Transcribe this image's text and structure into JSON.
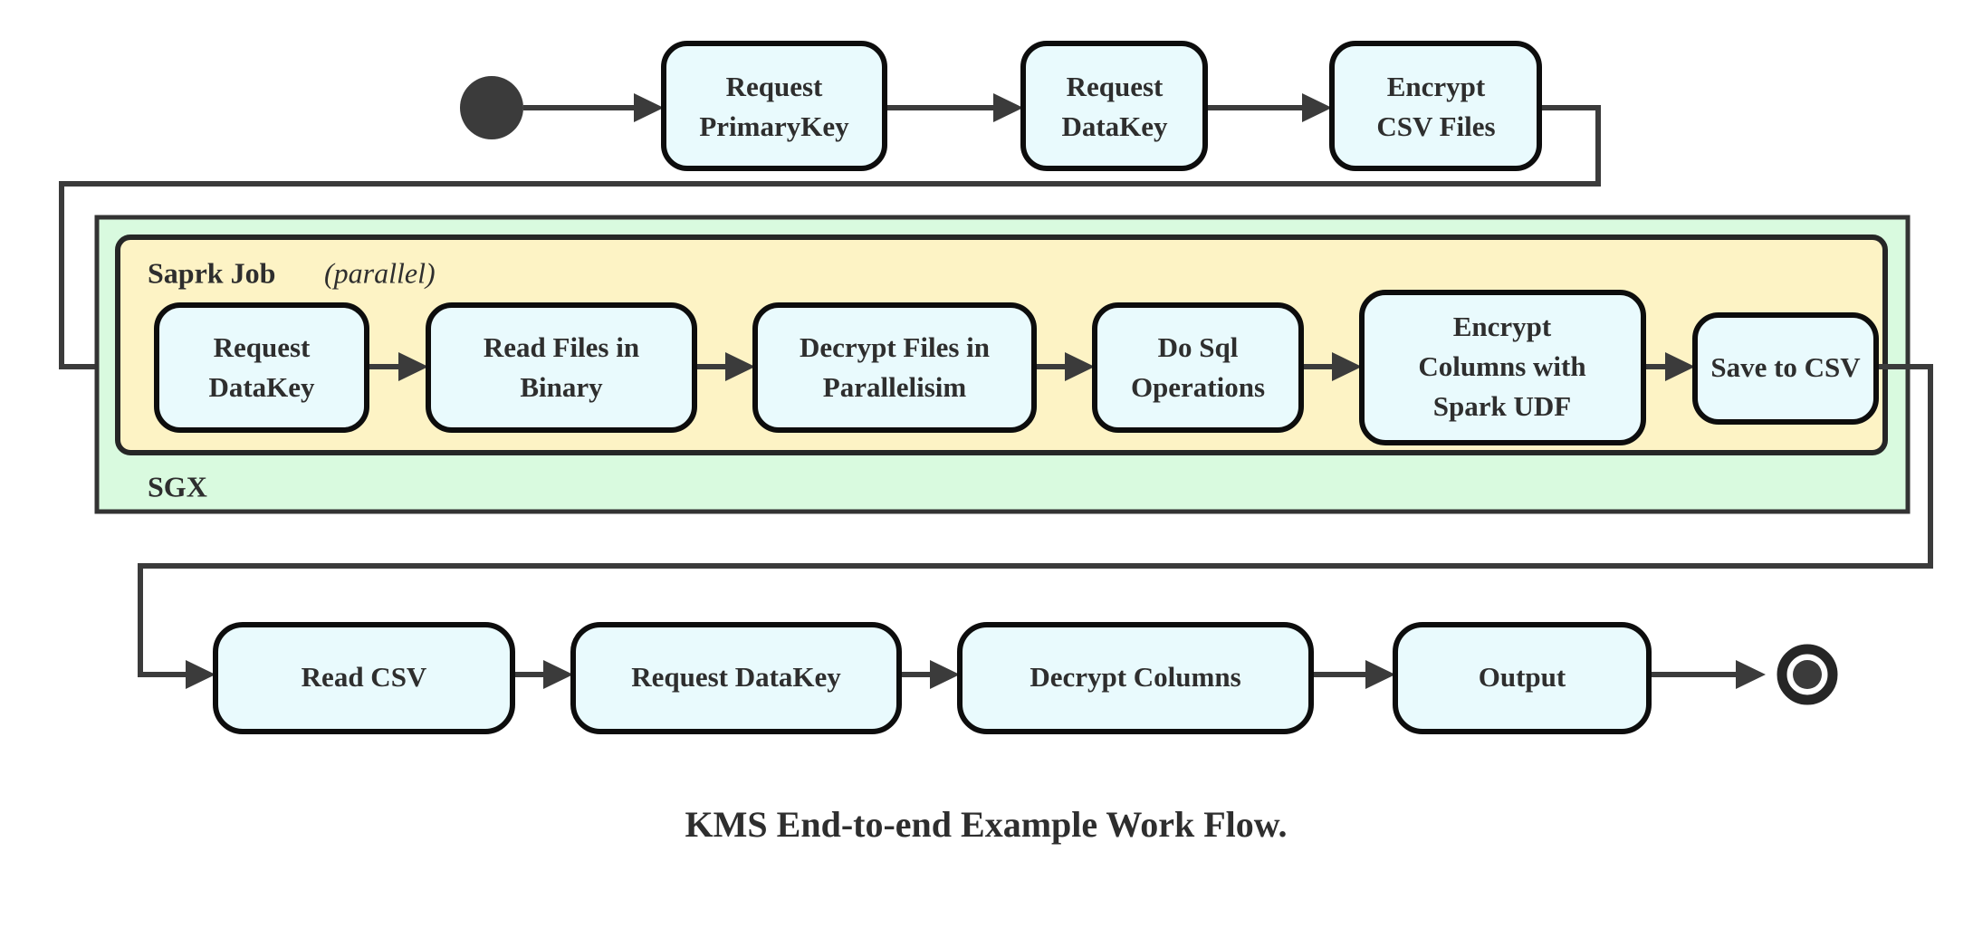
{
  "diagram": {
    "caption": "KMS End-to-end Example Work Flow.",
    "colors": {
      "node_fill": "#e9fafd",
      "node_stroke": "#0d0d0d",
      "sgx_fill": "#d9fadf",
      "spark_fill": "#fdf3c5",
      "edge": "#3b3b3b",
      "text": "#2e2e2e"
    },
    "start_node": {
      "name": "start",
      "shape": "filled-circle"
    },
    "end_node": {
      "name": "end",
      "shape": "bullseye-circle"
    },
    "groups": {
      "outer": {
        "label": "SGX"
      },
      "inner": {
        "label_bold": "Saprk Job",
        "label_italic": "(parallel)"
      }
    },
    "rows": {
      "top": [
        {
          "id": "request-primarykey",
          "line1": "Request",
          "line2": "PrimaryKey"
        },
        {
          "id": "request-datakey-top",
          "line1": "Request",
          "line2": "DataKey"
        },
        {
          "id": "encrypt-csv-files",
          "line1": "Encrypt",
          "line2": "CSV Files"
        }
      ],
      "middle": [
        {
          "id": "request-datakey-spark",
          "line1": "Request",
          "line2": "DataKey"
        },
        {
          "id": "read-files-in-binary",
          "line1": "Read Files in",
          "line2": "Binary"
        },
        {
          "id": "decrypt-files-in-parallelisim",
          "line1": "Decrypt Files in",
          "line2": "Parallelisim"
        },
        {
          "id": "do-sql-operations",
          "line1": "Do Sql",
          "line2": "Operations"
        },
        {
          "id": "encrypt-columns-with-spark-udf",
          "line1": "Encrypt",
          "line2": "Columns with",
          "line3": "Spark UDF"
        },
        {
          "id": "save-to-csv",
          "line1": "Save to CSV"
        }
      ],
      "bottom": [
        {
          "id": "read-csv",
          "line1": "Read CSV"
        },
        {
          "id": "request-datakey-bottom",
          "line1": "Request DataKey"
        },
        {
          "id": "decrypt-columns",
          "line1": "Decrypt Columns"
        },
        {
          "id": "output",
          "line1": "Output"
        }
      ]
    }
  }
}
